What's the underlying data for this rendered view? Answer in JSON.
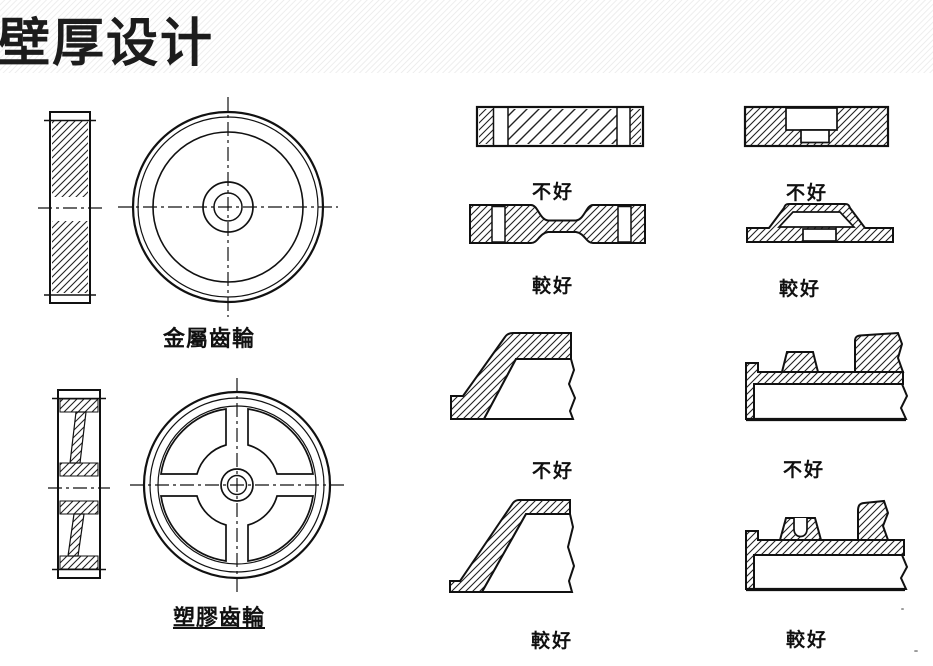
{
  "title": "壁厚设计",
  "figures": {
    "metal_gear": {
      "caption": "金屬齒輪"
    },
    "plastic_gear": {
      "caption": "塑膠齒輪"
    }
  },
  "comparisons": {
    "flat_plate": {
      "bad": "不好",
      "better": "較好"
    },
    "boss_pocket": {
      "bad": "不好",
      "better": "較好"
    },
    "sloped_wall": {
      "bad": "不好",
      "better": "較好"
    },
    "ribbed_plate": {
      "bad": "不好",
      "better": "較好"
    }
  },
  "colors": {
    "ink": "#1a1a1a",
    "background": "#ffffff",
    "header_stripe": "#e9e9e9"
  }
}
